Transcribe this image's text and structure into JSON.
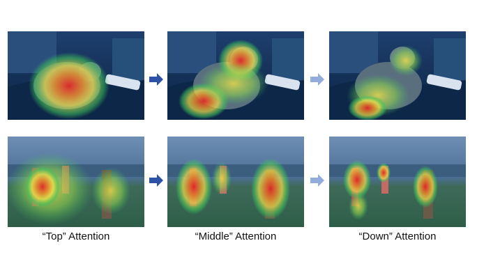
{
  "captions": {
    "top": "“Top” Attention",
    "middle": "“Middle” Attention",
    "down": "“Down” Attention"
  },
  "colors": {
    "arrow_dark": "#2E52A6",
    "arrow_light": "#93ACDB",
    "overlay_blue": "#123D78",
    "heat_red": "#E0262A",
    "heat_yellow": "#F2E24A",
    "heat_green": "#3FC55A"
  },
  "icons": {
    "arrow_1": "arrow-right-icon",
    "arrow_2": "arrow-right-icon"
  }
}
